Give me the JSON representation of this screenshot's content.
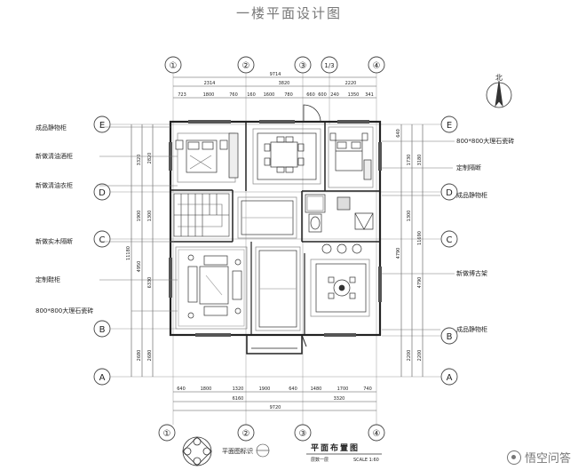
{
  "title": "一楼平面设计图",
  "grid_top": [
    "①",
    "②",
    "③",
    "1/3",
    "④"
  ],
  "grid_bottom": [
    "①",
    "②",
    "③",
    "④"
  ],
  "grid_side": [
    "E",
    "D",
    "C",
    "B",
    "A"
  ],
  "dims": {
    "top_total": "9714",
    "top_seg1": "2314",
    "top_seg2": "3820",
    "top_seg3": "2220",
    "top_row2": [
      "723",
      "1800",
      "760",
      "160",
      "1600",
      "780",
      "660",
      "600",
      "240",
      "1350",
      "341"
    ],
    "bottom_row1": [
      "640",
      "1800",
      "1320",
      "1900",
      "640",
      "1480",
      "1700",
      "740"
    ],
    "bottom_row2": [
      "6160",
      "3320"
    ],
    "bottom_total": "9720",
    "left_outer": "11180",
    "left_segs": [
      "3320",
      "1900",
      "4950",
      "2680"
    ],
    "left_inner": [
      "2820",
      "1300",
      "6330",
      "2680"
    ],
    "right_outer": "11690",
    "right_segs": [
      "3180",
      "4790",
      "2200"
    ],
    "right_inner": [
      "640",
      "1730",
      "1300",
      "4790",
      "2200"
    ]
  },
  "labels_left": [
    "成品静物柜",
    "新做清油酒柜",
    "新做清油衣柜",
    "新做实木隔断",
    "定制鞋柜",
    "800*800大理石瓷砖"
  ],
  "labels_right": [
    "800*800大理石瓷砖",
    "定制隔断",
    "成品静物柜",
    "新做博古架",
    "成品静物柜"
  ],
  "north": "北",
  "legend_label": "平面图标识",
  "drawing_title": "平面布置图",
  "drawing_sub": "层数一层",
  "drawing_scale": "SCALE 1:60",
  "watermark": "悟空问答"
}
